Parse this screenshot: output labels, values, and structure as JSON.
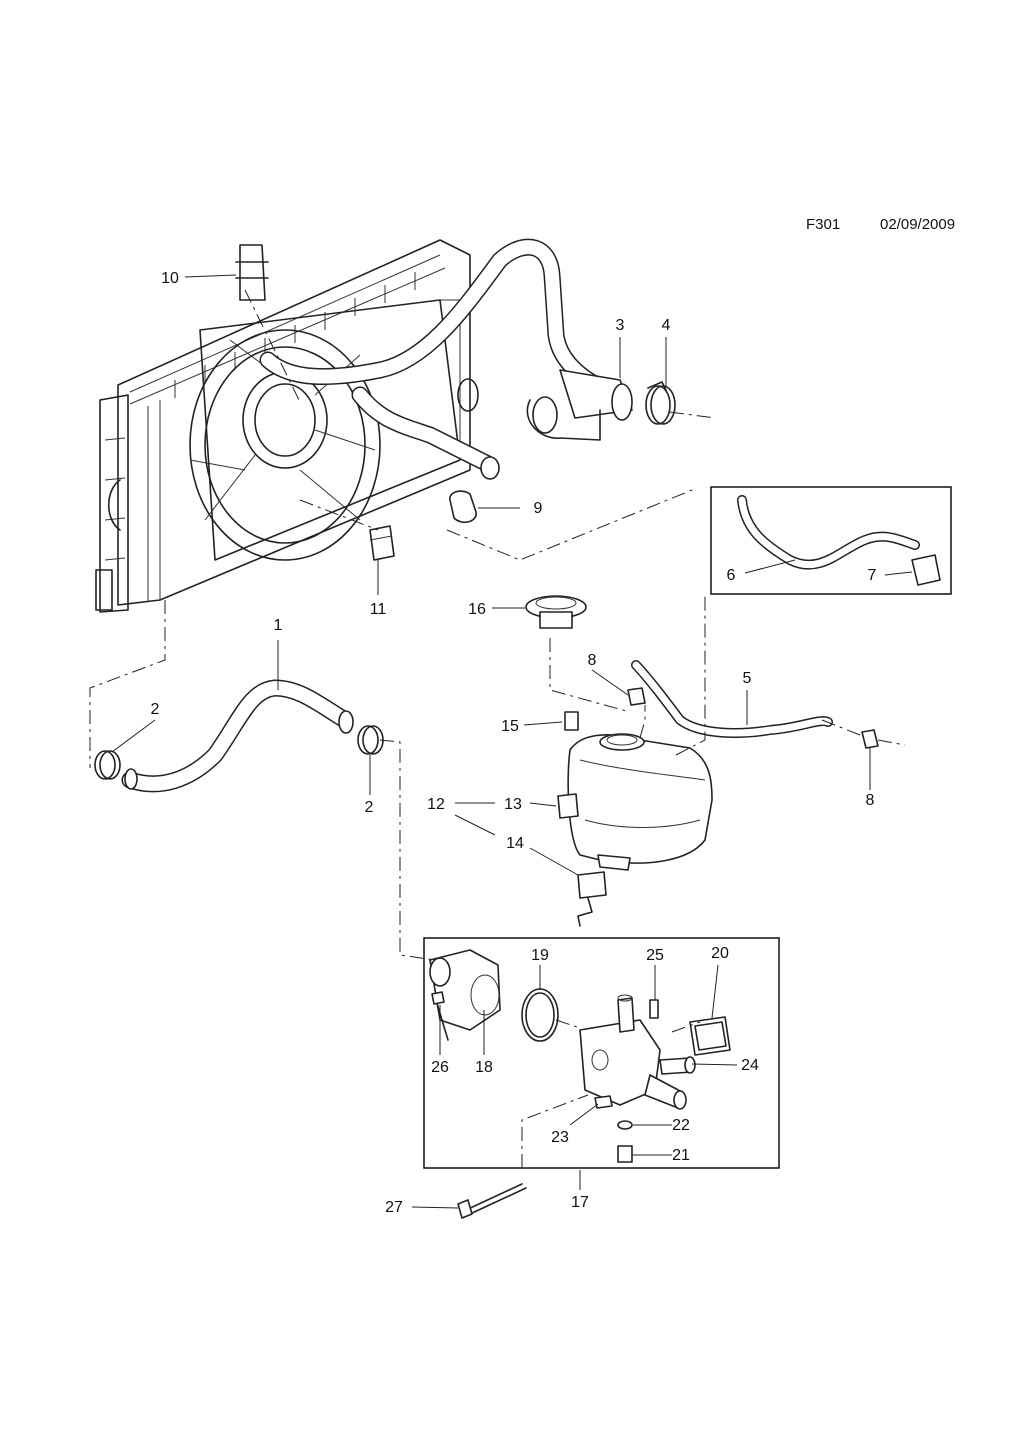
{
  "header": {
    "diagram_code": "F301",
    "date": "02/09/2009"
  },
  "callouts": {
    "c1": "1",
    "c2a": "2",
    "c2b": "2",
    "c3": "3",
    "c4": "4",
    "c5": "5",
    "c6": "6",
    "c7": "7",
    "c8a": "8",
    "c8b": "8",
    "c9": "9",
    "c10": "10",
    "c11": "11",
    "c12": "12",
    "c13": "13",
    "c14": "14",
    "c15": "15",
    "c16": "16",
    "c17": "17",
    "c18": "18",
    "c19": "19",
    "c20": "20",
    "c21": "21",
    "c22": "22",
    "c23": "23",
    "c24": "24",
    "c25": "25",
    "c26": "26",
    "c27": "27"
  }
}
